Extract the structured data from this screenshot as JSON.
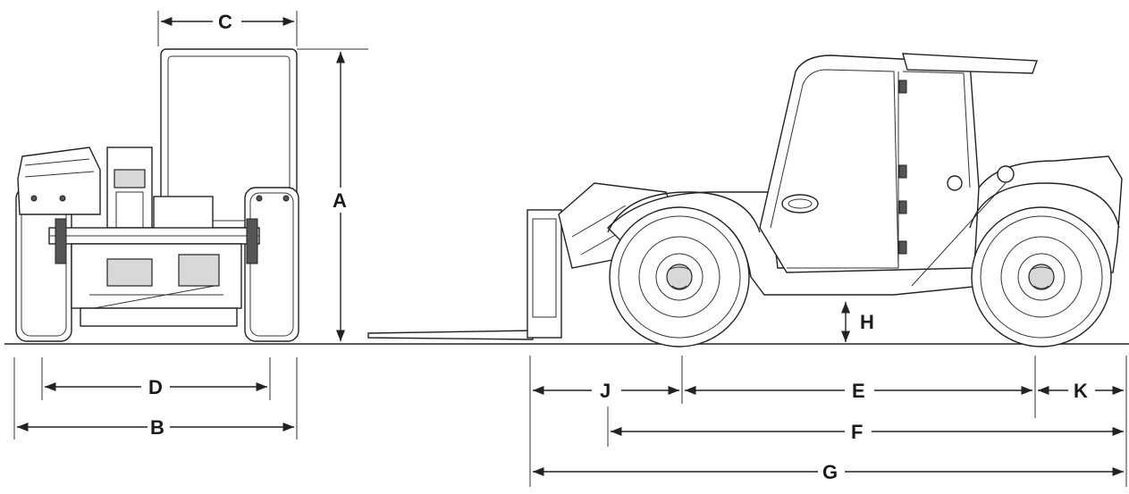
{
  "diagram": {
    "labels": {
      "A": "A",
      "B": "B",
      "C": "C",
      "D": "D",
      "E": "E",
      "F": "F",
      "G": "G",
      "H": "H",
      "J": "J",
      "K": "K"
    }
  }
}
